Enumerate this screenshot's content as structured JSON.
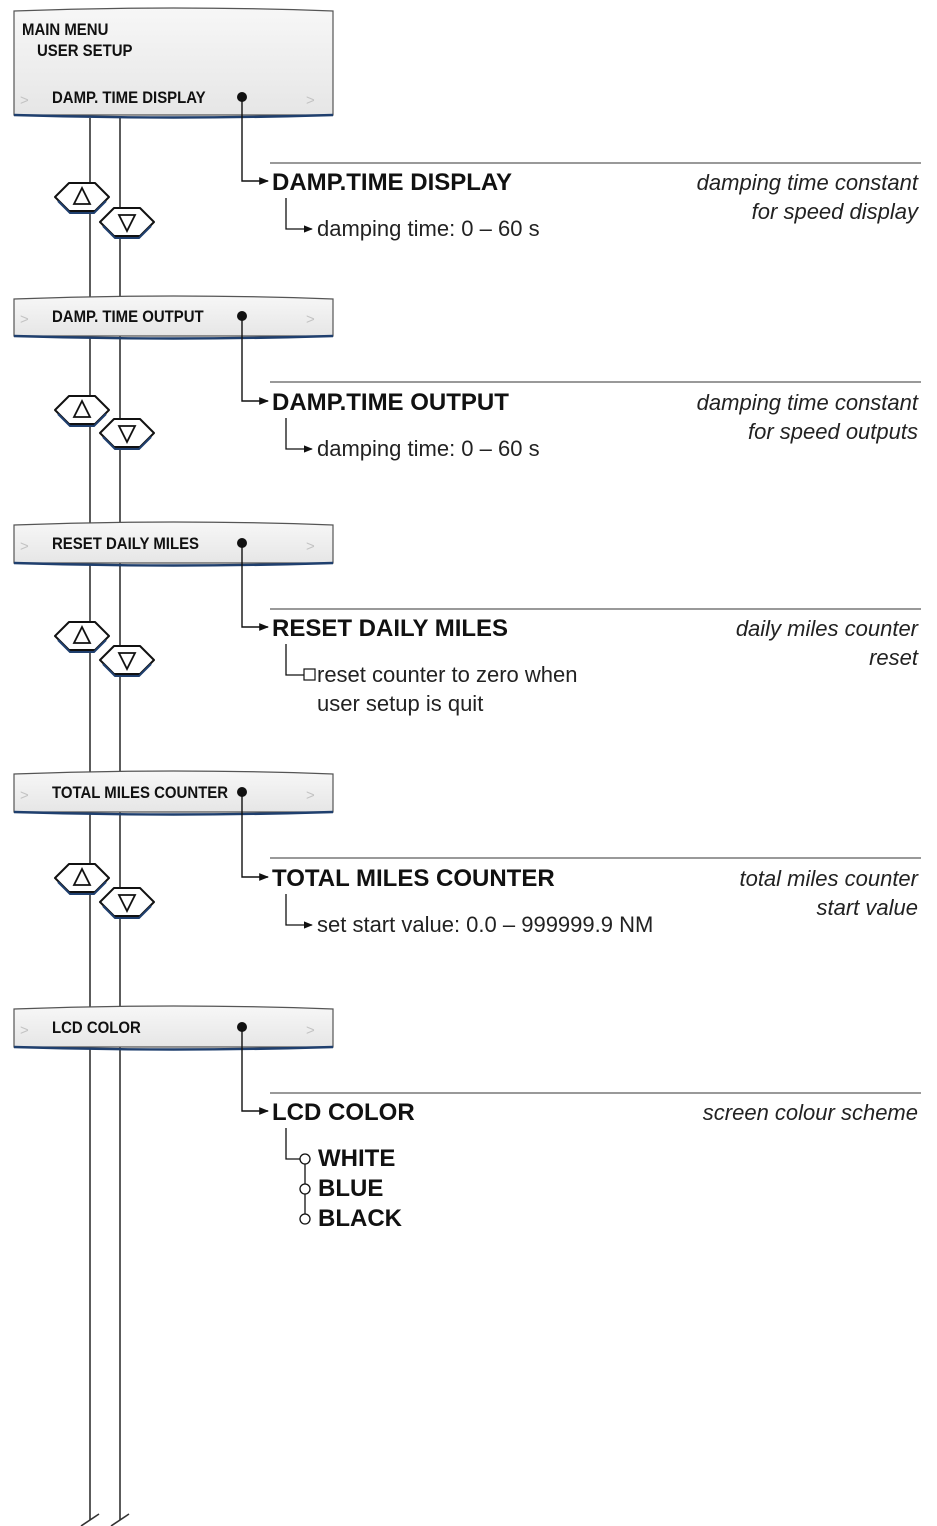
{
  "menu_header": {
    "line1": "MAIN MENU",
    "line2": "USER SETUP"
  },
  "chevron": ">",
  "menu_items": [
    {
      "label": "DAMP. TIME DISPLAY"
    },
    {
      "label": "DAMP. TIME OUTPUT"
    },
    {
      "label": "RESET DAILY MILES"
    },
    {
      "label": "TOTAL MILES COUNTER"
    },
    {
      "label": "LCD COLOR"
    }
  ],
  "options": [
    {
      "title": "DAMP.TIME DISPLAY",
      "description": [
        "damping time constant",
        "for speed display"
      ],
      "sub": [
        "damping time: 0 – 60 s"
      ]
    },
    {
      "title": "DAMP.TIME OUTPUT",
      "description": [
        "damping time constant",
        "for speed outputs"
      ],
      "sub": [
        "damping time: 0 – 60 s"
      ]
    },
    {
      "title": "RESET DAILY MILES",
      "description": [
        "daily miles counter",
        "reset"
      ],
      "sub": [
        "reset counter to zero when",
        "user setup is quit"
      ]
    },
    {
      "title": "TOTAL MILES COUNTER",
      "description": [
        "total miles counter",
        "start value"
      ],
      "sub": [
        "set start value: 0.0 – 999999.9 NM"
      ]
    },
    {
      "title": "LCD COLOR",
      "description": [
        "screen colour scheme"
      ],
      "sub": []
    }
  ],
  "lcd_colors": [
    "WHITE",
    "BLUE",
    "BLACK"
  ],
  "nav_keys": {
    "up": "up-arrow-key",
    "down": "down-arrow-key"
  }
}
